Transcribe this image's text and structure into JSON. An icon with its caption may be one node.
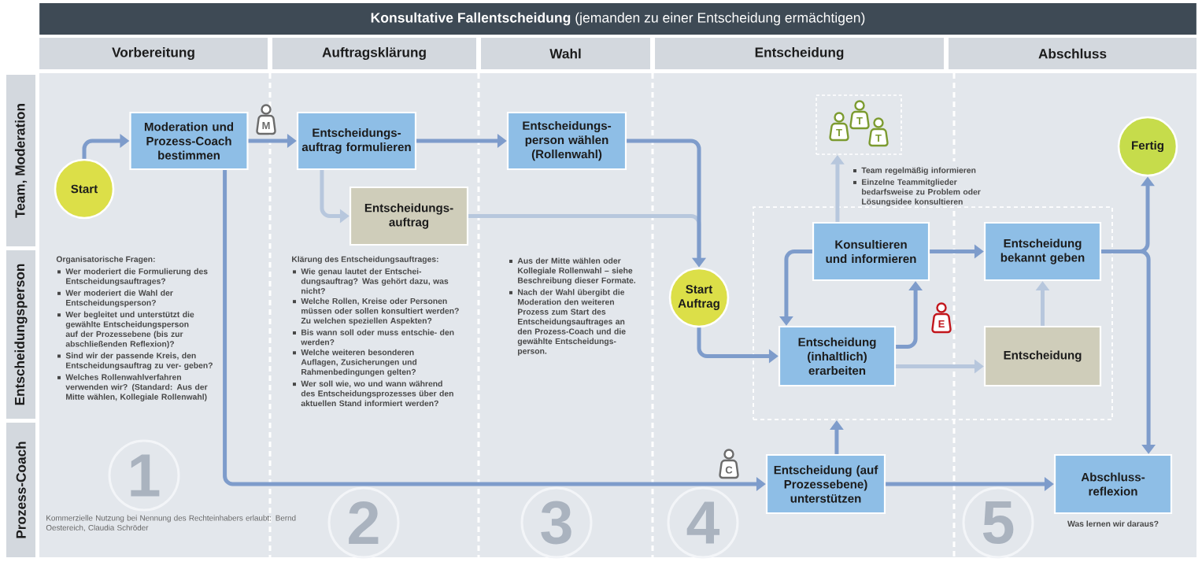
{
  "diagram": {
    "title": "**Konsultative Fallentscheidung** (jemanden zu einer Entscheidung ermächtigen)",
    "nodes": [
      {
        "text": [
          "Vorbereitung"
        ]
      },
      {
        "text": [
          "Auftragsklärung"
        ]
      },
      {
        "text": [
          "Wahl"
        ]
      },
      {
        "text": [
          "Entscheidung"
        ]
      },
      {
        "text": [
          "Abschluss"
        ]
      },
      {
        "text": [
          "Team, Moderation"
        ]
      },
      {
        "text": [
          "Entscheidungsperson"
        ]
      },
      {
        "text": [
          "Prozess-Coach"
        ]
      },
      {
        "text": [
          "Start"
        ]
      },
      {
        "text": [
          "Moderation und Prozess-Coach bestimmen"
        ]
      },
      {
        "text": [
          "Entscheidungs- auftrag formulieren"
        ]
      },
      {
        "text": [
          "Entscheidungs- person wählen (Rollenwahl)"
        ]
      },
      {
        "text": [
          "T",
          "T",
          "T"
        ]
      },
      {
        "text": [
          "Fertig"
        ]
      },
      {
        "text": [
          "Entscheidungs- auftrag"
        ]
      },
      {
        "text": [],
        "shape": "box"
      },
      {
        "text": [
          "Konsultieren und informieren"
        ],
        "in": 15
      },
      {
        "text": [
          "Entscheidung bekannt geben"
        ],
        "in": 15
      },
      {
        "text": [
          "Start Auftrag"
        ]
      },
      {
        "text": [
          "Entscheidung (inhaltlich) erarbeiten"
        ],
        "in": 15
      },
      {
        "text": [
          "Entscheidung"
        ],
        "in": 15
      },
      {
        "text": [
          "Entscheidung (auf Prozessebene) unterstützen"
        ]
      },
      {
        "text": [
          "Abschluss- reflexion"
        ],
        "beside": [
          "Was lernen wir daraus?"
        ]
      }
    ],
    "edges": [
      {
        "from": 8,
        "to": 9,
        "arrow": "to"
      },
      {
        "from": 9,
        "to": 10,
        "arrow": "to"
      },
      {
        "from": 10,
        "to": 11,
        "arrow": "to"
      },
      {
        "from": 10,
        "to": 14,
        "arrow": "to",
        "color": "#b7c7dd"
      },
      {
        "from": 11,
        "to": 18,
        "arrow": "to"
      },
      {
        "from": 14,
        "to": 18,
        "arrow": "to",
        "color": "#b7c7dd"
      },
      {
        "from": 9,
        "to": 21,
        "arrow": "to"
      },
      {
        "from": 18,
        "to": 19,
        "arrow": "to"
      },
      {
        "from": 19,
        "to": 16,
        "arrow": "to"
      },
      {
        "from": 16,
        "to": 19,
        "arrow": "to"
      },
      {
        "from": 16,
        "to": 12,
        "arrow": "to",
        "color": "#b7c7dd"
      },
      {
        "from": 16,
        "to": 17,
        "arrow": "to"
      },
      {
        "from": 19,
        "to": 20,
        "arrow": "to",
        "color": "#b7c7dd"
      },
      {
        "from": 20,
        "to": 17,
        "arrow": "to",
        "color": "#b7c7dd"
      },
      {
        "from": 17,
        "to": 13,
        "arrow": "to"
      },
      {
        "from": 17,
        "to": 22,
        "arrow": "to"
      },
      {
        "from": 21,
        "to": 15,
        "arrow": "to"
      },
      {
        "from": 21,
        "to": 22,
        "arrow": "to"
      }
    ],
    "labels": [
      "M",
      "Team regelmäßig informieren",
      "Einzelne Teammitglieder bedarfsweise zu Problem oder Lösungsidee konsultieren",
      "Organisatorische Fragen:",
      "Wer moderiert die Formulierung des Entscheidungsauftrages?",
      "Wer moderiert die Wahl der Entscheidungsperson?",
      "Wer begleitet und unterstützt die gewählte Entscheidungsperson auf der Prozessebene (bis zur abschließenden Reflexion)?",
      "Sind wir der passende Kreis, den Entscheidungsauftrag zu ver- geben?",
      "Welches Rollenwahlverfahren verwenden wir? (Standard: Aus der Mitte wählen, Kollegiale Rollenwahl)",
      "Klärung des Entscheidungsauftrages:",
      "Wie genau lautet der Entschei- dungsauftrag? Was gehört dazu, was nicht?",
      "Welche Rollen, Kreise oder Personen müssen oder sollen konsultiert werden? Zu welchen speziellen Aspekten?",
      "Bis wann soll oder muss entschie- den werden?",
      "Welche weiteren besonderen Auflagen, Zusicherungen und Rahmenbedingungen gelten?",
      "Wer soll wie, wo und wann während des Entscheidungsprozesses über den aktuellen Stand informiert werden?",
      "Aus der Mitte wählen oder Kollegiale Rollenwahl – siehe Beschreibung dieser Formate.",
      "Nach der Wahl übergibt die Moderation den weiteren Prozess zum Start des Entscheidungsauftrages an den Prozess-Coach und die gewählte Entscheidungs- person.",
      "E",
      "C",
      "1",
      "2",
      "3",
      "4",
      "5",
      "Kommerzielle Nutzung bei Nennung des Rechteinhabers erlaubt: Bernd Oestereich, Claudia Schröder"
    ]
  }
}
